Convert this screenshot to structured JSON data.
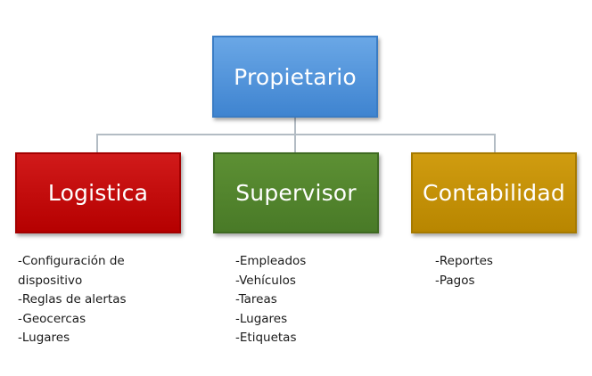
{
  "root": {
    "label": "Propietario",
    "color": "#4a90d9"
  },
  "children": [
    {
      "label": "Logistica",
      "color": "#c00000",
      "items": [
        "-Configuración de",
        "dispositivo",
        "-Reglas de alertas",
        "-Geocercas",
        "-Lugares"
      ]
    },
    {
      "label": "Supervisor",
      "color": "#4e7f2b",
      "items": [
        "-Empleados",
        "-Vehículos",
        "-Tareas",
        "-Lugares",
        "-Etiquetas"
      ]
    },
    {
      "label": "Contabilidad",
      "color": "#c08e00",
      "items": [
        "-Reportes",
        "-Pagos"
      ]
    }
  ]
}
